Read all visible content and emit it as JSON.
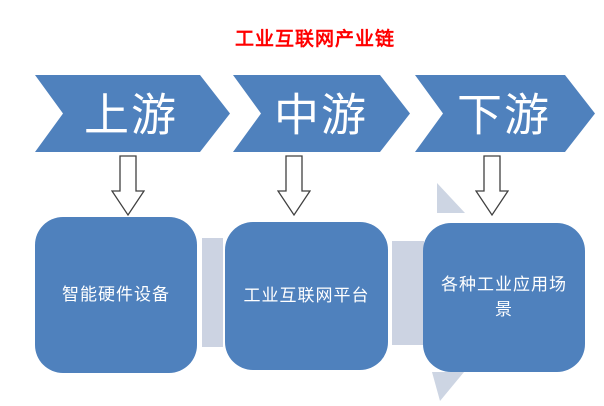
{
  "title": {
    "text": "工业互联网产业链"
  },
  "diagram": {
    "stages": [
      {
        "label": "上游",
        "node": "智能硬件设备"
      },
      {
        "label": "中游",
        "node": "工业互联网平台"
      },
      {
        "label": "下游",
        "node": "各种工业应用场景"
      }
    ]
  },
  "colors": {
    "accent_blue": "#4F81BD",
    "connector_gray": "#CCD3E2",
    "decor_triangle": "#CDD5E3",
    "title_red": "#FF0000",
    "arrow_outline": "#404040",
    "node_text": "#FFFFFF",
    "background": "#FFFFFF"
  }
}
